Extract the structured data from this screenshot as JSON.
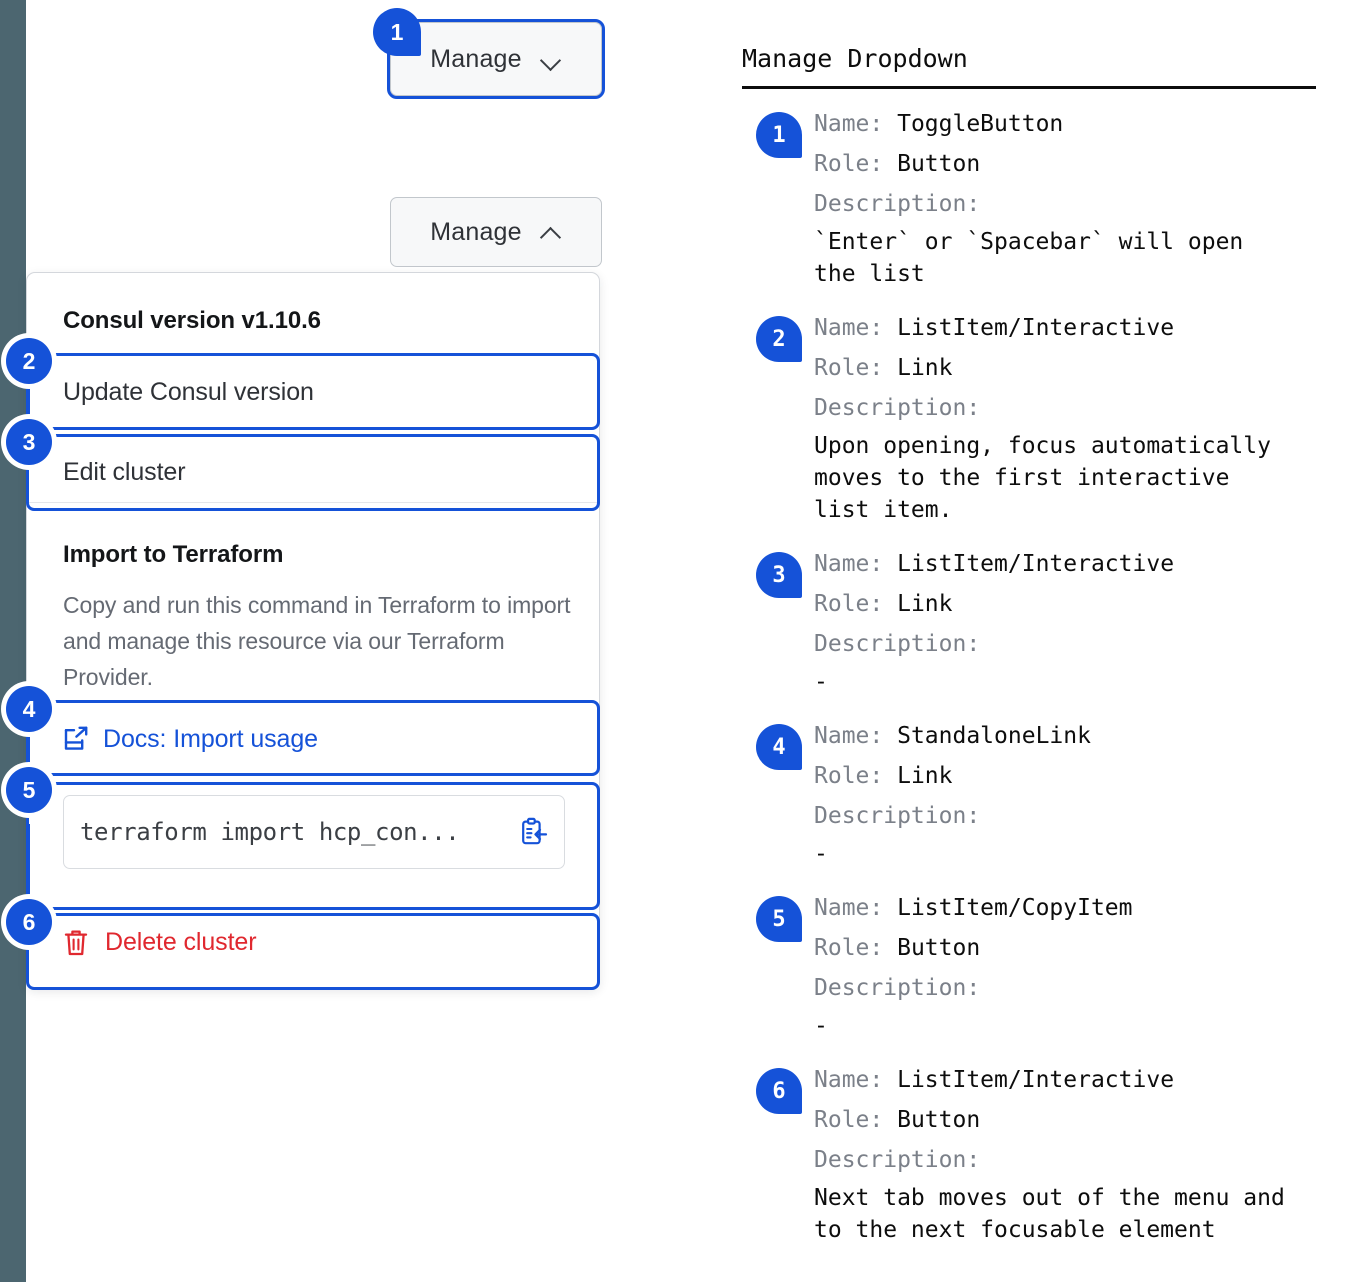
{
  "colors": {
    "accent": "#1552d8",
    "danger": "#e0282f",
    "rail": "#4c6670",
    "muted": "#656a73",
    "text": "#2f3237"
  },
  "app_rail": {
    "name": "app-navigation-rail"
  },
  "demo": {
    "toggle_closed": {
      "label": "Manage",
      "icon": "chevron-down-icon"
    },
    "toggle_open": {
      "label": "Manage",
      "icon": "chevron-up-icon"
    },
    "menu": {
      "version_heading": "Consul version v1.10.6",
      "update_version_label": "Update Consul version",
      "edit_cluster_label": "Edit cluster",
      "import_heading": "Import to Terraform",
      "import_description": "Copy and run this command in Terraform to import and manage this resource via our Terraform Provider.",
      "docs_link_label": "Docs: Import usage",
      "docs_link_icon": "docs-external-link-icon",
      "copy_command_value": "terraform import hcp_con...",
      "copy_icon": "clipboard-copy-icon",
      "delete_label": "Delete cluster",
      "delete_icon": "trash-icon"
    }
  },
  "annotations": {
    "badges": [
      "1",
      "2",
      "3",
      "4",
      "5",
      "6"
    ]
  },
  "doc": {
    "title": "Manage Dropdown",
    "labels": {
      "name": "Name:",
      "role": "Role:",
      "description": "Description:"
    },
    "items": [
      {
        "badge": "1",
        "name": "ToggleButton",
        "role": "Button",
        "description": "`Enter` or `Spacebar` will open\nthe list"
      },
      {
        "badge": "2",
        "name": "ListItem/Interactive",
        "role": "Link",
        "description": "Upon opening, focus automatically\nmoves to the first interactive\nlist item."
      },
      {
        "badge": "3",
        "name": "ListItem/Interactive",
        "role": "Link",
        "description": "-"
      },
      {
        "badge": "4",
        "name": "StandaloneLink",
        "role": "Link",
        "description": "-"
      },
      {
        "badge": "5",
        "name": "ListItem/CopyItem",
        "role": "Button",
        "description": "-"
      },
      {
        "badge": "6",
        "name": "ListItem/Interactive",
        "role": "Button",
        "description": "Next tab moves out of the menu and\nto the next focusable element"
      }
    ]
  }
}
